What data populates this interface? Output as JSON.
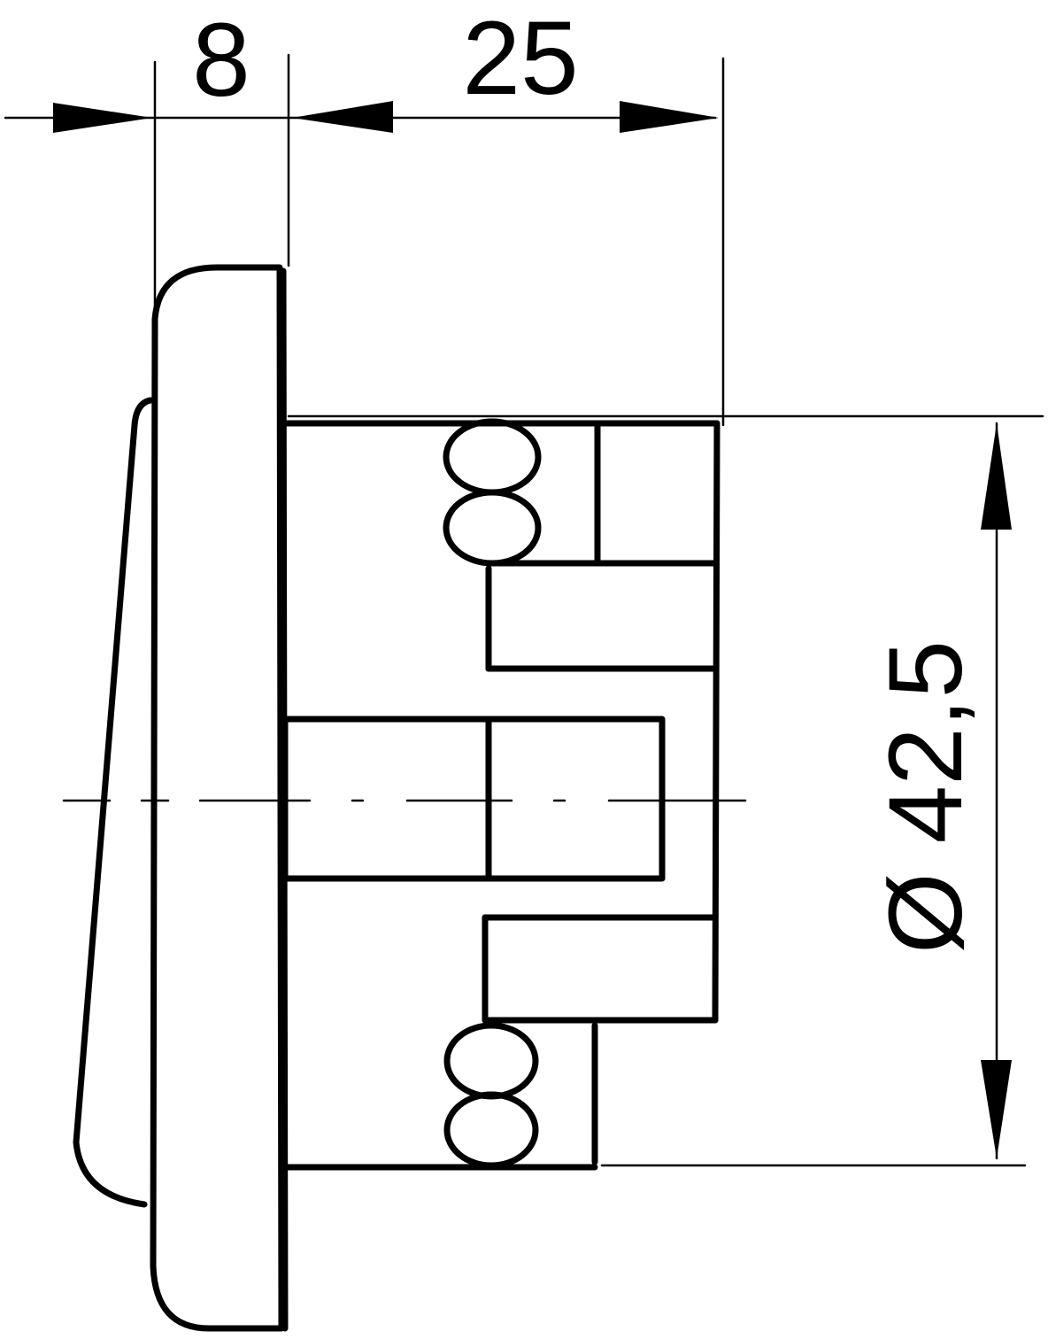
{
  "drawing": {
    "type": "technical-dimension-drawing",
    "subject": "panel-mount rotary switch side view",
    "stroke_color": "#000000",
    "background_color": "#ffffff"
  },
  "dimensions": {
    "front_depth": {
      "value": "8",
      "orientation": "horizontal"
    },
    "body_depth": {
      "value": "25",
      "orientation": "horizontal"
    },
    "diameter": {
      "symbol": "Ø",
      "value": "42,5",
      "label": "Ø 42,5",
      "orientation": "vertical"
    }
  }
}
